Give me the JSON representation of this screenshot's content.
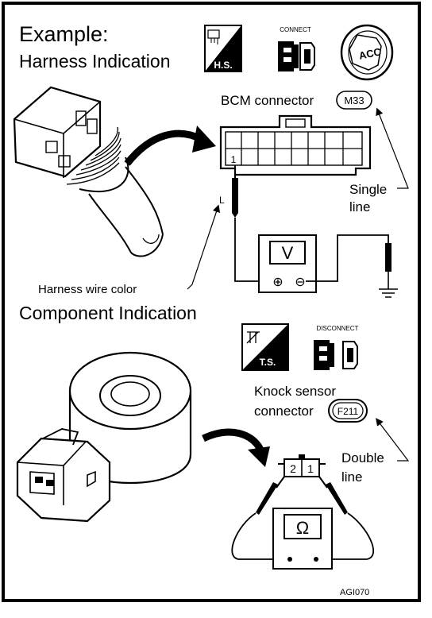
{
  "header": {
    "example": "Example:",
    "harness_indication": "Harness Indication",
    "component_indication": "Component Indication"
  },
  "icons": {
    "hs_label": "H.S.",
    "connect_label": "CONNECT",
    "acc_label": "ACC",
    "ts_label": "T.S.",
    "disconnect_label": "DISCONNECT"
  },
  "harness": {
    "connector_label": "BCM connector",
    "connector_code": "M33",
    "pin_number": "1",
    "wire_color_letter": "L",
    "wire_color_label": "Harness wire color",
    "single_line_1": "Single",
    "single_line_2": "line",
    "meter_symbol": "V",
    "plus": "⊕",
    "minus": "⊖"
  },
  "component": {
    "sensor_label_1": "Knock sensor",
    "sensor_label_2": "connector",
    "connector_code": "F211",
    "pin_left": "2",
    "pin_right": "1",
    "double_line_1": "Double",
    "double_line_2": "line",
    "meter_symbol": "Ω"
  },
  "figure_id": "AGI070"
}
